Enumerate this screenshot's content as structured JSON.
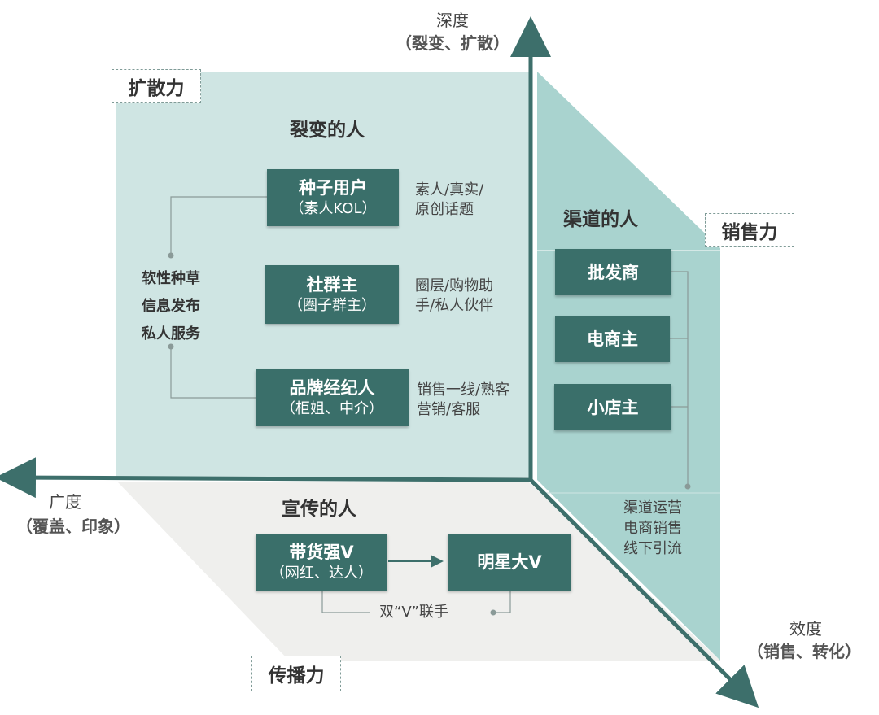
{
  "axes": {
    "depth": {
      "name": "深度",
      "desc": "（裂变、扩散）"
    },
    "breadth": {
      "name": "广度",
      "desc": "（覆盖、印象）"
    },
    "effect": {
      "name": "效度",
      "desc": "（销售、转化）"
    }
  },
  "forces": {
    "diffusion": "扩散力",
    "sales": "销售力",
    "spread": "传播力"
  },
  "fission": {
    "title": "裂变的人",
    "boxes": [
      {
        "main": "种子用户",
        "sub": "（素人KOL）",
        "note_line1": "素人/真实/",
        "note_line2": "原创话题"
      },
      {
        "main": "社群主",
        "sub": "（圈子群主）",
        "note_line1": "圈层/购物助",
        "note_line2": "手/私人伙伴"
      },
      {
        "main": "品牌经纪人",
        "sub": "（柜姐、中介）",
        "note_line1": "销售一线/熟客",
        "note_line2": "营销/客服"
      }
    ],
    "side_note": [
      "软性种草",
      "信息发布",
      "私人服务"
    ]
  },
  "channel": {
    "title": "渠道的人",
    "boxes": [
      "批发商",
      "电商主",
      "小店主"
    ],
    "notes": [
      "渠道运营",
      "电商销售",
      "线下引流"
    ]
  },
  "promo": {
    "title": "宣传的人",
    "box1_main": "带货强V",
    "box1_sub": "（网红、达人）",
    "box2_main": "明星大V",
    "joint": "双“V”联手"
  },
  "colors": {
    "panel_left": "#cfe5e3",
    "panel_right": "#a9d3cf",
    "panel_bottom": "#efefed",
    "box": "#3a6f6a",
    "axis": "#3d6f6b"
  }
}
